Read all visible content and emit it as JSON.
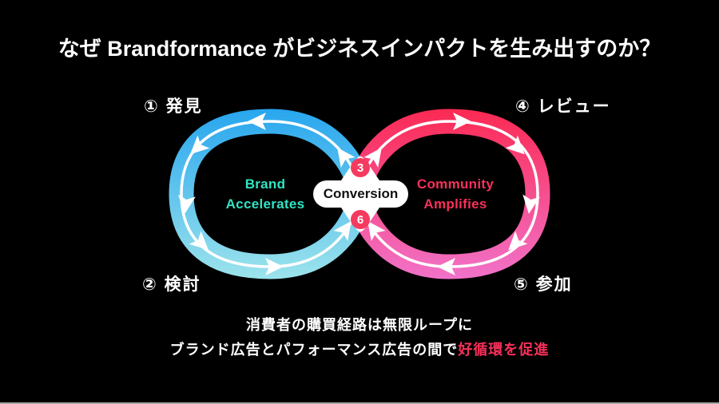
{
  "title": "なぜ Brandformance がビジネスインパクトを生み出すのか？",
  "colors": {
    "background": "#000000",
    "title-text": "#FFFFFF",
    "blue-top": "#2AA7EE",
    "blue-bottom": "#9BE3EC",
    "pink-top": "#FB2B55",
    "pink-bottom": "#F172C8",
    "teal-text": "#2FE5C5",
    "pink-text": "#F8305A",
    "badge-red": "#F63A5F",
    "highlight-red": "#F8305A",
    "conversion-text": "#111111"
  },
  "diagram": {
    "steps": [
      {
        "label": "① 発見",
        "position": "top-left"
      },
      {
        "label": "② 検討",
        "position": "bottom-left"
      },
      {
        "label": "④ レビュー",
        "position": "top-right"
      },
      {
        "label": "⑤ 参加",
        "position": "bottom-right"
      }
    ],
    "left_loop": {
      "line1": "Brand",
      "line2": "Accelerates"
    },
    "right_loop": {
      "line1": "Community",
      "line2": "Amplifies"
    },
    "center": {
      "label": "Conversion",
      "top_number": "3",
      "bottom_number": "6"
    }
  },
  "footer": {
    "line1": "消費者の購買経路は無限ループに",
    "line2_prefix": "ブランド広告とパフォーマンス広告の間で",
    "line2_highlight": "好循環を促進"
  }
}
